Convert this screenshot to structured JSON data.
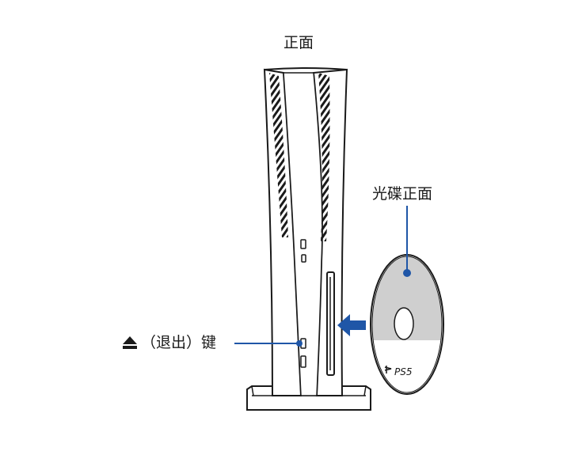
{
  "labels": {
    "front": "正面",
    "disc_front": "光碟正面",
    "eject": "（退出）键"
  },
  "disc_logo": "PS5",
  "icons": {
    "eject": "eject-icon",
    "insert_arrow": "arrow-left-icon"
  },
  "colors": {
    "outline": "#1a1a1a",
    "accent_blue": "#1f56a7",
    "disc_gray": "#cfcfcf",
    "console_body": "#ffffff"
  }
}
